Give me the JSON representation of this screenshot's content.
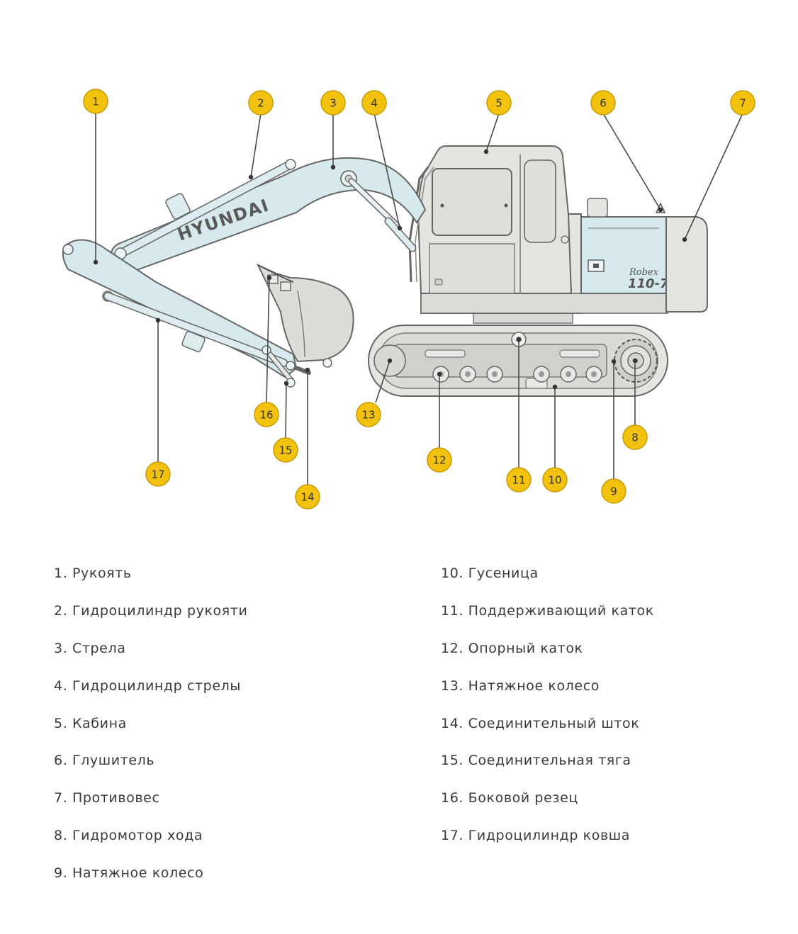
{
  "diagram": {
    "brand_text": "HYUNDAI",
    "model_script": "Robex",
    "model_number": "110-7",
    "colors": {
      "badge": "#f2c20e",
      "badge_stroke": "#c89a00",
      "body_fill": "#e4e4e1",
      "boom_fill": "#d6eaee",
      "outline": "#666666",
      "leader": "#4a4a4a"
    },
    "callouts": [
      {
        "number": "1"
      },
      {
        "number": "2"
      },
      {
        "number": "3"
      },
      {
        "number": "4"
      },
      {
        "number": "5"
      },
      {
        "number": "6"
      },
      {
        "number": "7"
      },
      {
        "number": "8"
      },
      {
        "number": "9"
      },
      {
        "number": "10"
      },
      {
        "number": "11"
      },
      {
        "number": "12"
      },
      {
        "number": "13"
      },
      {
        "number": "14"
      },
      {
        "number": "15"
      },
      {
        "number": "16"
      },
      {
        "number": "17"
      }
    ]
  },
  "legend": {
    "left": [
      "1. Рукоять",
      "2. Гидроцилиндр рукояти",
      "3. Стрела",
      "4. Гидроцилиндр стрелы",
      "5. Кабина",
      "6. Глушитель",
      "7. Противовес",
      "8. Гидромотор хода",
      "9. Натяжное колесо"
    ],
    "right": [
      "10. Гусеница",
      "11. Поддерживающий каток",
      "12. Опорный каток",
      "13. Натяжное колесо",
      "14. Соединительный шток",
      "15. Соединительная тяга",
      "16. Боковой резец",
      "17. Гидроцилиндр ковша"
    ]
  }
}
